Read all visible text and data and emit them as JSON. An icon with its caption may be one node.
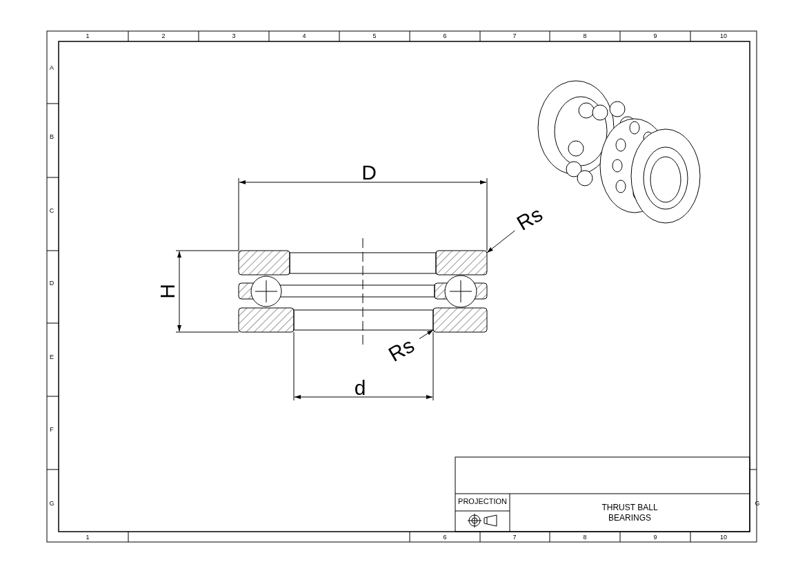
{
  "diagram": {
    "nodes": [
      {
        "text": [
          "Rs"
        ]
      },
      {
        "text": [
          "Rs"
        ]
      },
      {
        "text": [
          "PROJECTION"
        ]
      },
      {
        "text": [
          "THRUST BALL BEARINGS"
        ]
      },
      {
        "text": [],
        "shape": "box"
      },
      {
        "text": [],
        "shape": "box"
      }
    ],
    "edges": [
      {
        "from": 0,
        "to": 4,
        "arrow": "to"
      },
      {
        "from": 1,
        "to": 5,
        "arrow": "to"
      }
    ],
    "labels": [
      "1",
      "2",
      "3",
      "4",
      "5",
      "6",
      "7",
      "8",
      "9",
      "10",
      "A",
      "B",
      "C",
      "D",
      "E",
      "F",
      "G",
      "G",
      "1",
      "6",
      "7",
      "8",
      "9",
      "10",
      "D",
      "H",
      "d"
    ]
  }
}
